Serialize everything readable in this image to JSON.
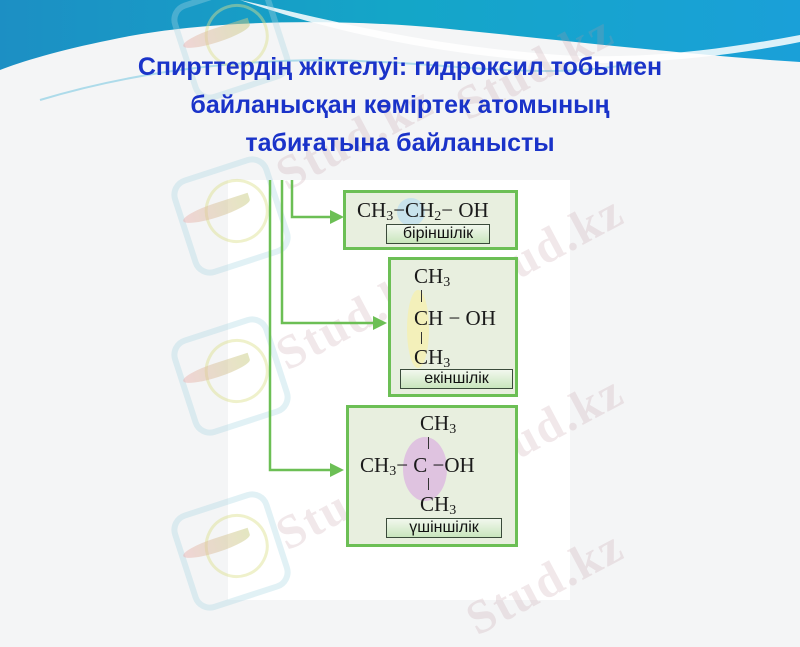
{
  "slide": {
    "title_lines": [
      "Спирттердің  жіктелуі: гидроксил тобымен",
      "байланысқан көміртек атомының",
      "табиғатына байланысты"
    ],
    "title_color": "#1a33c9",
    "watermark": "Stud.kz"
  },
  "diagram": {
    "line_color": "#6cbf55",
    "box_fill": "#e8efdf",
    "classes": [
      {
        "label": "біріншілік",
        "formula": {
          "left": "CH",
          "left_sub": "3",
          "mid": "CH",
          "mid_sub": "2",
          "right": "OH"
        },
        "highlight_color": "#bfe0ef"
      },
      {
        "label": "екіншілік",
        "formula": {
          "top": "CH",
          "top_sub": "3",
          "center": "CH",
          "right": "OH",
          "bottom": "CH",
          "bottom_sub": "3"
        },
        "highlight_color": "#f5f0b0"
      },
      {
        "label": "үшіншілік",
        "formula": {
          "top": "CH",
          "top_sub": "3",
          "left": "CH",
          "left_sub": "3",
          "center": "C",
          "right": "OH",
          "bottom": "CH",
          "bottom_sub": "3"
        },
        "highlight_color": "#dcb8e0"
      }
    ]
  }
}
